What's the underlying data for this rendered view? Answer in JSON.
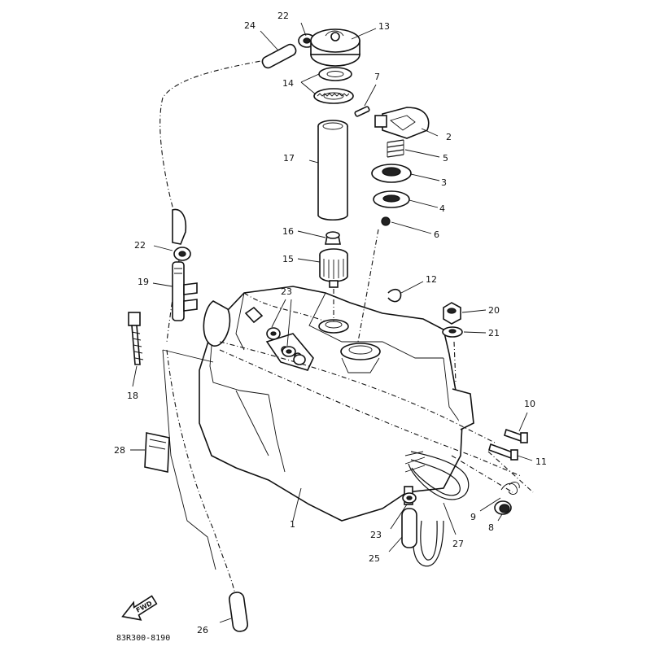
{
  "diagram": {
    "callouts": {
      "c1": "1",
      "c2": "2",
      "c3": "3",
      "c4": "4",
      "c5": "5",
      "c6": "6",
      "c7": "7",
      "c8": "8",
      "c9": "9",
      "c10": "10",
      "c11": "11",
      "c12": "12",
      "c13": "13",
      "c14": "14",
      "c15": "15",
      "c16": "16",
      "c17": "17",
      "c18": "18",
      "c19": "19",
      "c20": "20",
      "c21": "21",
      "c22a": "22",
      "c22b": "22",
      "c23a": "23",
      "c23b": "23",
      "c24": "24",
      "c25": "25",
      "c26": "26",
      "c27": "27",
      "c28": "28"
    },
    "fwd_label": "FWD",
    "drawing_code": "83R300-8190"
  }
}
